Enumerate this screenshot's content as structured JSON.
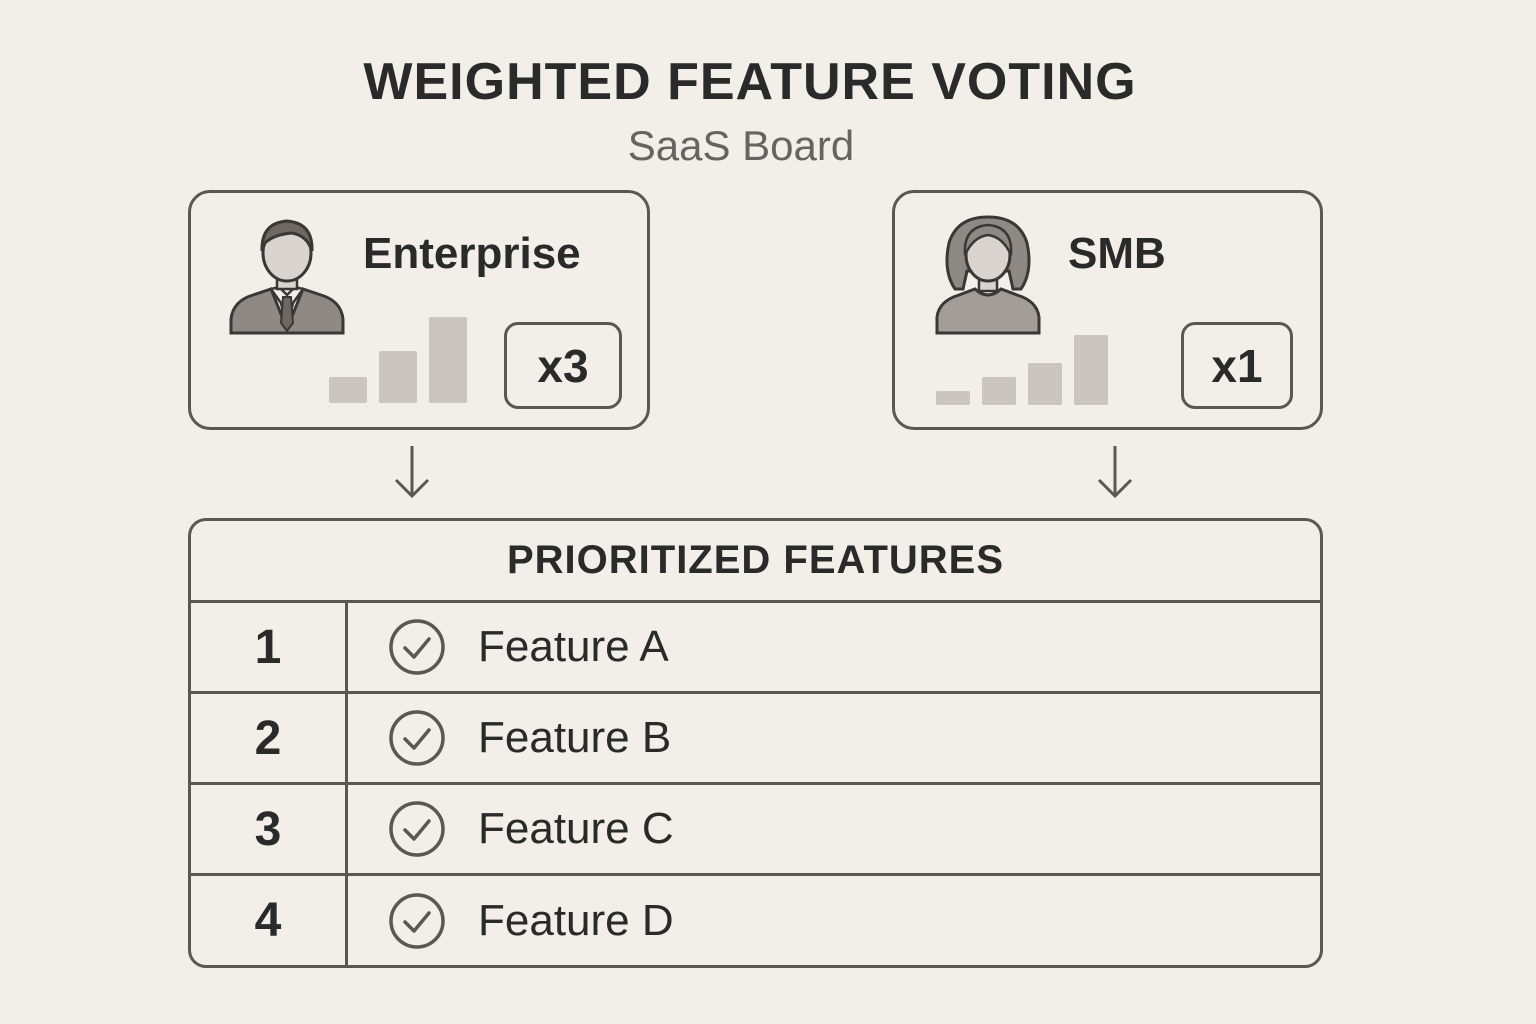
{
  "title": "WEIGHTED FEATURE VOTING",
  "subtitle": "SaaS Board",
  "segments": [
    {
      "label": "Enterprise",
      "weight": "x3",
      "icon": "businessman-icon",
      "bar_levels": [
        0.3,
        0.6,
        1.0
      ]
    },
    {
      "label": "SMB",
      "weight": "x1",
      "icon": "woman-user-icon",
      "bar_levels": [
        0.2,
        0.4,
        0.6,
        1.0
      ]
    }
  ],
  "table": {
    "heading": "PRIORITIZED FEATURES",
    "rows": [
      {
        "rank": "1",
        "feature": "Feature A",
        "icon": "check-circle-icon"
      },
      {
        "rank": "2",
        "feature": "Feature B",
        "icon": "check-circle-icon"
      },
      {
        "rank": "3",
        "feature": "Feature C",
        "icon": "check-circle-icon"
      },
      {
        "rank": "4",
        "feature": "Feature D",
        "icon": "check-circle-icon"
      }
    ]
  },
  "colors": {
    "background": "#f2eee8",
    "stroke": "#5a5754",
    "text": "#2a2a2a",
    "bar": "#cbc5bf",
    "avatar_fill": "#8e8985"
  }
}
